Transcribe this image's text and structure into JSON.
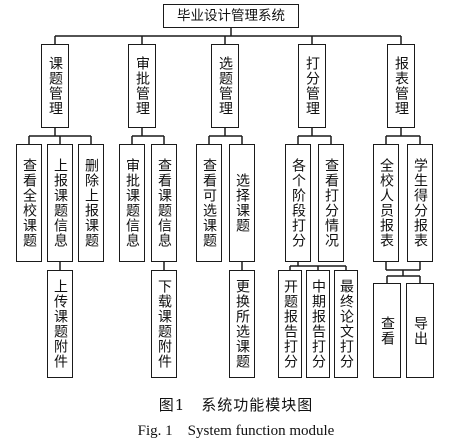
{
  "diagram": {
    "root": "毕业设计管理系统",
    "modules": [
      {
        "label": "课题管理",
        "children": [
          {
            "label": "查看全校课题",
            "children": []
          },
          {
            "label": "上报课题信息",
            "children": [
              {
                "label": "上传课题附件"
              }
            ]
          },
          {
            "label": "删除上报课题",
            "children": []
          }
        ]
      },
      {
        "label": "审批管理",
        "children": [
          {
            "label": "审批课题信息",
            "children": []
          },
          {
            "label": "查看课题信息",
            "children": [
              {
                "label": "下载课题附件"
              }
            ]
          }
        ]
      },
      {
        "label": "选题管理",
        "children": [
          {
            "label": "查看可选课题",
            "children": []
          },
          {
            "label": "选择课题",
            "children": [
              {
                "label": "更换所选课题"
              }
            ]
          }
        ]
      },
      {
        "label": "打分管理",
        "children": [
          {
            "label": "各个阶段打分",
            "children": [
              {
                "label": "开题报告打分"
              },
              {
                "label": "中期报告打分"
              },
              {
                "label": "最终论文打分"
              }
            ]
          },
          {
            "label": "查看打分情况",
            "children": []
          }
        ]
      },
      {
        "label": "报表管理",
        "children": [
          {
            "label": "全校人员报表",
            "children": []
          },
          {
            "label": "学生得分报表",
            "children": []
          }
        ]
      },
      {
        "label": "",
        "children": [
          {
            "label": "",
            "children": [
              {
                "label": "查看"
              },
              {
                "label": "导出"
              }
            ]
          }
        ]
      }
    ]
  },
  "caption": {
    "zh": "图1　系统功能模块图",
    "en": "Fig. 1　System function module"
  }
}
